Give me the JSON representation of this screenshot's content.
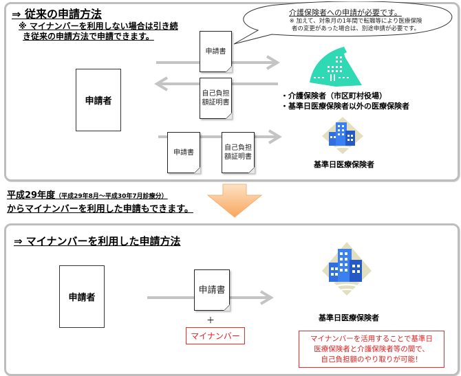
{
  "top_section": {
    "title": "⇒ 従来の申請方法",
    "note_line1": "※ マイナンバーを利用しない場合は引き続",
    "note_line2": "き従来の申請方法で申請できます。",
    "applicant": "申請者",
    "bubble": {
      "main": "介護保険者への申請が必要です。",
      "sub_line1": "※ 加えて、対象月の1年間で転職等により医療保険",
      "sub_line2": "者の変更があった場合は、別途申請が必要です。"
    },
    "doc_application": "申請書",
    "doc_certificate_line1": "自己負担",
    "doc_certificate_line2": "額証明書",
    "doc_application_2": "申請書",
    "doc_certificate_2_line1": "自己負担",
    "doc_certificate_2_line2": "額証明書",
    "insurer_list": [
      "・介護保険者（市区町村役場）",
      "・基準日医療保険者以外の医療保険者"
    ],
    "base_insurer_label": "基準日医療保険者"
  },
  "transition": {
    "line1_main": "平成29年度",
    "line1_small": "（平成29年8月～平成30年7月診療分）",
    "line2": "からマイナンバーを利用した申請もできます。"
  },
  "bottom_section": {
    "title": "⇒ マイナンバーを利用した申請方法",
    "applicant": "申請者",
    "doc_application": "申請書",
    "plus": "＋",
    "mynumber_label": "マイナンバー",
    "base_insurer_label": "基準日医療保険者",
    "callout_line1": "マイナンバーを活用することで基準日",
    "callout_line2": "医療保険者と介護保険者等の間で、",
    "callout_line3": "自己負担額のやり取りが可能！"
  },
  "colors": {
    "panel_border": "#bdbdbd",
    "arrow_gray": "#c4c4c4",
    "teal_building": "#2ed9b4",
    "blue_building": "#2f6fe0",
    "red_accent": "#e02020",
    "orange_arrow": "#f8b173"
  },
  "icons": {
    "municipal_office": "teal-building-icon",
    "insurer_building": "blue-building-icon",
    "down_arrow": "down-arrow-icon"
  }
}
